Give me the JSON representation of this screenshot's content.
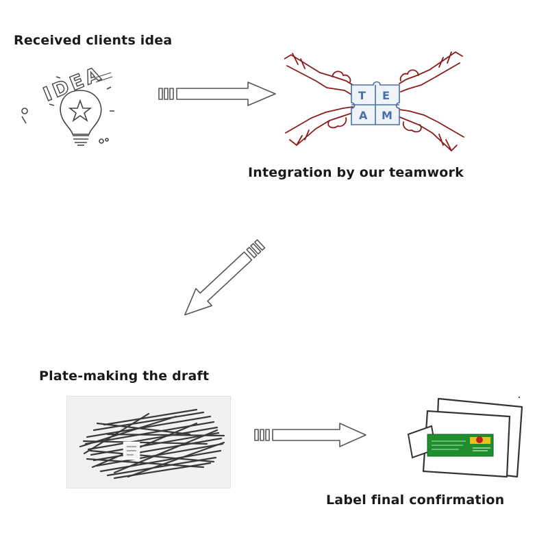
{
  "steps": [
    {
      "label": "Received clients idea",
      "icon": "idea-lightbulb-icon"
    },
    {
      "label": "Integration by our teamwork",
      "icon": "team-puzzle-hands-icon"
    },
    {
      "label": "Plate-making the draft",
      "icon": "draft-scribble-icon"
    },
    {
      "label": "Label final confirmation",
      "icon": "label-paper-icon"
    }
  ],
  "art_text": {
    "idea": "IDEA",
    "team": [
      "T",
      "E",
      "A",
      "M"
    ]
  },
  "colors": {
    "text": "#1a1a1a",
    "hands": "#8b1a1a",
    "puzzle": "#4a6fa5",
    "label_green": "#1f8f2e",
    "arrow_stroke": "#555555"
  }
}
